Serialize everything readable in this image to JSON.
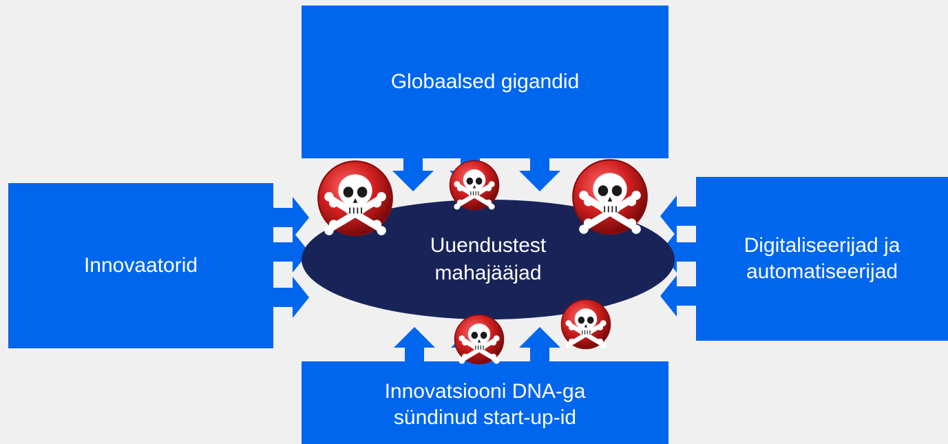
{
  "colors": {
    "box_blue": "#0066ee",
    "ellipse_navy": "#182458",
    "badge_red": "#cc1f1f",
    "background": "#f0f0f0"
  },
  "top_box": {
    "text": "Globaalsed gigandid"
  },
  "left_box": {
    "text": "Innovaatorid"
  },
  "right_box": {
    "lines": [
      "Digitaliseerijad ja",
      "automatiseerijad"
    ]
  },
  "bottom_box": {
    "lines": [
      "Innovatsiooni DNA-ga",
      "sündinud start-up-id"
    ]
  },
  "center": {
    "lines": [
      "Uuendustest",
      "mahajääjad"
    ]
  },
  "badges": {
    "icon": "skull-crossbones-icon",
    "count": 5
  }
}
